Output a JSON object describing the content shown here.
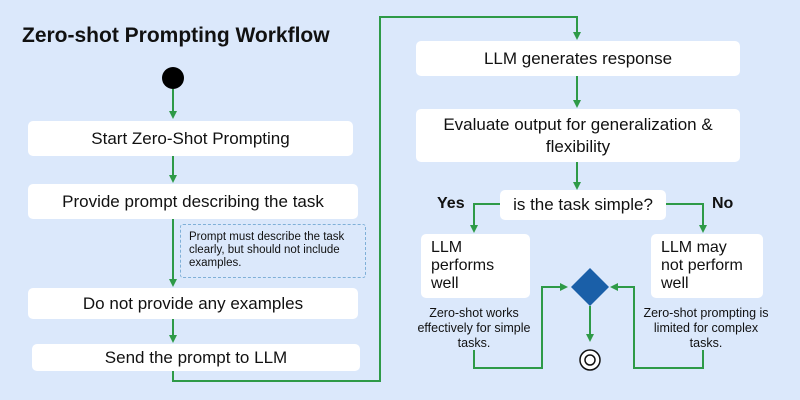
{
  "title": "Zero-shot Prompting Workflow",
  "colors": {
    "background": "#dbe8fb",
    "arrow": "#2e9a47",
    "decision": "#1a5fa8",
    "box": "#ffffff"
  },
  "left_column": {
    "steps": [
      "Start Zero-Shot Prompting",
      "Provide prompt describing the task",
      "Do not provide any examples",
      "Send the prompt to LLM"
    ],
    "note": "Prompt must describe the task clearly, but should not include examples."
  },
  "right_column": {
    "generate": "LLM generates response",
    "evaluate": "Evaluate output for generalization & flexibility",
    "decision": "is the task simple?",
    "yes_label": "Yes",
    "no_label": "No",
    "yes_outcome": "LLM performs well",
    "no_outcome": "LLM may not perform well",
    "yes_caption": "Zero-shot works effectively for simple tasks.",
    "no_caption": "Zero-shot prompting is limited for complex tasks."
  }
}
